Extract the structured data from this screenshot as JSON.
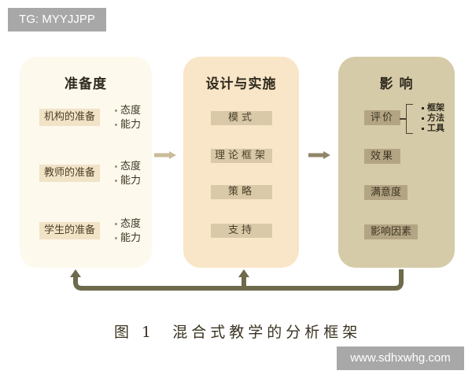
{
  "watermarks": {
    "top": "TG: MYYJJPP",
    "bottom": "www.sdhxwhg.com"
  },
  "panels": {
    "readiness": {
      "title": "准备度",
      "items": [
        {
          "label": "机构的准备",
          "subs": [
            "态度",
            "能力"
          ]
        },
        {
          "label": "教师的准备",
          "subs": [
            "态度",
            "能力"
          ]
        },
        {
          "label": "学生的准备",
          "subs": [
            "态度",
            "能力"
          ]
        }
      ]
    },
    "design": {
      "title": "设计与实施",
      "items": [
        "模式",
        "理论框架",
        "策略",
        "支持"
      ]
    },
    "impact": {
      "title": "影 响",
      "items": [
        "评价",
        "效果",
        "满意度",
        "影响因素"
      ],
      "evaluation_subs": [
        "框架",
        "方法",
        "工具"
      ]
    }
  },
  "colors": {
    "readiness_bg": "#fdf9ec",
    "design_bg": "#f9e5c7",
    "impact_bg": "#d6cba8",
    "arrow_light": "#c9bc99",
    "arrow_dark": "#8f8668",
    "feedback_arrow": "#6e6a4c"
  },
  "caption": {
    "figure": "图 1",
    "text": "混合式教学的分析框架"
  }
}
